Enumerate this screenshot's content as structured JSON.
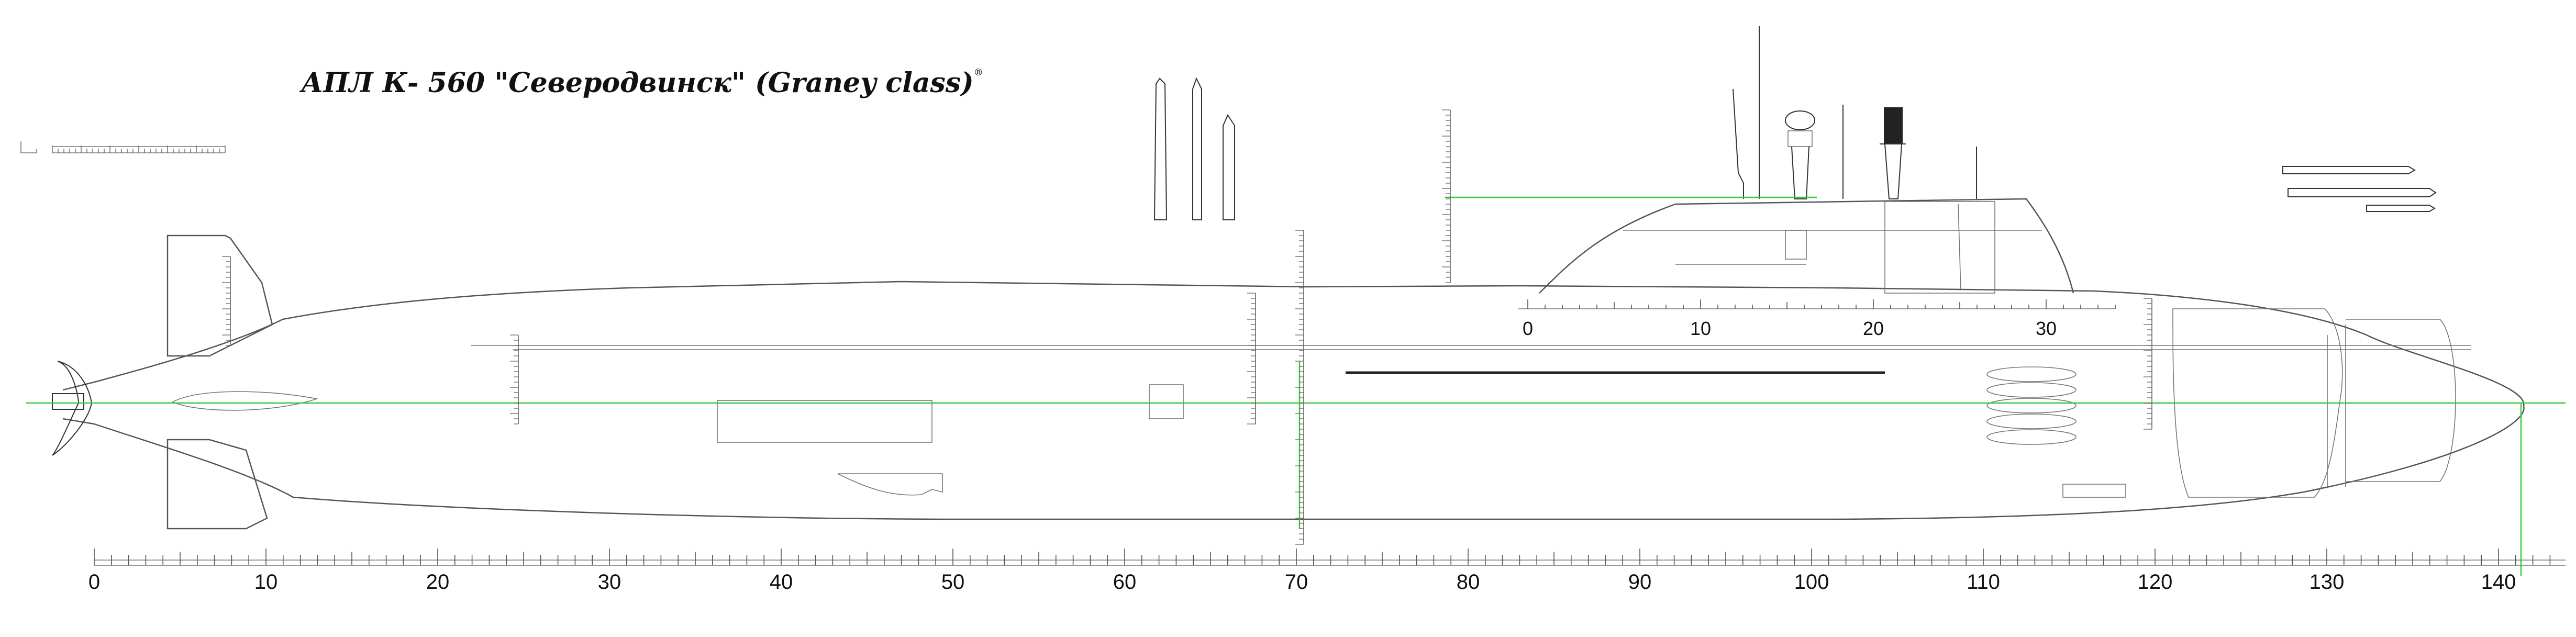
{
  "drawing": {
    "title": "АПЛ К- 560 \"Северодвинск\" (Graney class)",
    "title_mark": "®",
    "colors": {
      "line": "#555555",
      "waterline": "#36c93a",
      "text": "#111111"
    }
  },
  "hull_scale": {
    "labels": [
      "0",
      "10",
      "20",
      "30",
      "40",
      "50",
      "60",
      "70",
      "80",
      "90",
      "100",
      "110",
      "120",
      "130",
      "140"
    ]
  },
  "sail_scale": {
    "labels": [
      "0",
      "10",
      "20",
      "30"
    ]
  }
}
